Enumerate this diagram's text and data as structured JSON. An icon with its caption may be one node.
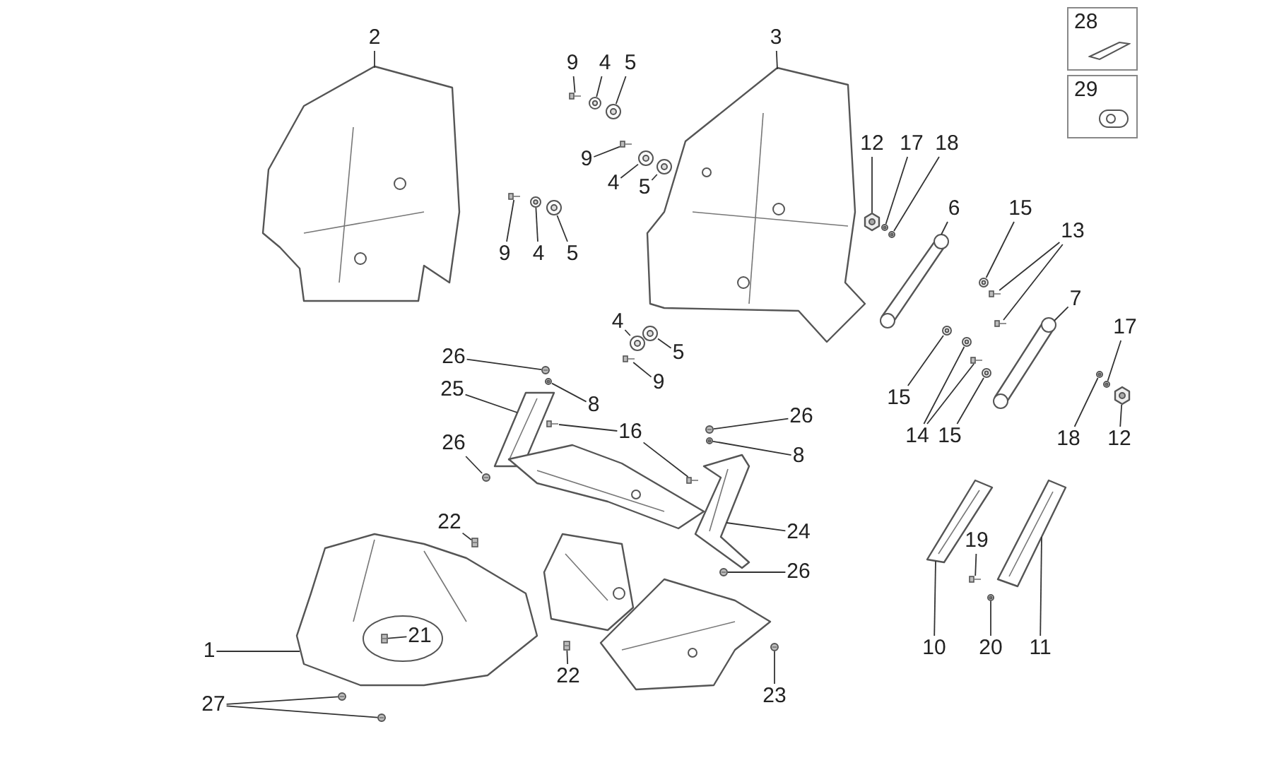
{
  "diagram": {
    "nodes": [
      {
        "text": [
          "28"
        ]
      },
      {
        "text": [
          "29"
        ]
      },
      {
        "text": [
          "2"
        ]
      },
      {
        "text": [
          "3"
        ]
      },
      {
        "text": [
          "9"
        ]
      },
      {
        "text": [
          "4"
        ]
      },
      {
        "text": [
          "5"
        ]
      },
      {
        "text": [
          "12"
        ]
      },
      {
        "text": [
          "17"
        ]
      },
      {
        "text": [
          "18"
        ]
      },
      {
        "text": [
          "9"
        ]
      },
      {
        "text": [
          "4"
        ]
      },
      {
        "text": [
          "5"
        ]
      },
      {
        "text": [
          "6"
        ]
      },
      {
        "text": [
          "15"
        ]
      },
      {
        "text": [
          "13"
        ]
      },
      {
        "text": [
          "9"
        ]
      },
      {
        "text": [
          "4"
        ]
      },
      {
        "text": [
          "5"
        ]
      },
      {
        "text": [
          "7"
        ]
      },
      {
        "text": [
          "17"
        ]
      },
      {
        "text": [
          "4"
        ]
      },
      {
        "text": [
          "5"
        ]
      },
      {
        "text": [
          "26"
        ]
      },
      {
        "text": [
          "9"
        ]
      },
      {
        "text": [
          "25"
        ]
      },
      {
        "text": [
          "15"
        ]
      },
      {
        "text": [
          "8"
        ]
      },
      {
        "text": [
          "26"
        ]
      },
      {
        "text": [
          "14"
        ]
      },
      {
        "text": [
          "15"
        ]
      },
      {
        "text": [
          "18"
        ]
      },
      {
        "text": [
          "12"
        ]
      },
      {
        "text": [
          "16"
        ]
      },
      {
        "text": [
          "26"
        ]
      },
      {
        "text": [
          "8"
        ]
      },
      {
        "text": [
          "24"
        ]
      },
      {
        "text": [
          "22"
        ]
      },
      {
        "text": [
          "19"
        ]
      },
      {
        "text": [
          "26"
        ]
      },
      {
        "text": [
          "10"
        ]
      },
      {
        "text": [
          "20"
        ]
      },
      {
        "text": [
          "11"
        ]
      },
      {
        "text": [
          "1"
        ]
      },
      {
        "text": [
          "22"
        ]
      },
      {
        "text": [],
        "shape": "picture"
      },
      {
        "text": [
          "23"
        ]
      },
      {
        "text": [
          "27"
        ]
      },
      {
        "text": [],
        "shape": "picture"
      },
      {
        "text": [],
        "shape": "picture"
      },
      {
        "text": [],
        "shape": "picture"
      },
      {
        "text": [],
        "shape": "picture"
      },
      {
        "text": [],
        "shape": "picture"
      },
      {
        "text": [],
        "shape": "picture"
      },
      {
        "text": [],
        "shape": "picture"
      },
      {
        "text": [],
        "shape": "picture"
      },
      {
        "text": [],
        "shape": "picture"
      },
      {
        "text": [],
        "shape": "picture"
      },
      {
        "text": [],
        "shape": "picture"
      },
      {
        "text": [],
        "shape": "picture"
      },
      {
        "text": [],
        "shape": "picture"
      },
      {
        "text": [],
        "shape": "picture"
      },
      {
        "text": [],
        "shape": "picture"
      },
      {
        "text": [],
        "shape": "picture"
      },
      {
        "text": [],
        "shape": "picture"
      },
      {
        "text": [],
        "shape": "picture"
      },
      {
        "text": [],
        "shape": "picture"
      },
      {
        "text": [],
        "shape": "picture"
      },
      {
        "text": [],
        "shape": "picture"
      },
      {
        "text": [],
        "shape": "picture"
      },
      {
        "text": [],
        "shape": "picture"
      },
      {
        "text": [],
        "shape": "picture"
      },
      {
        "text": [],
        "shape": "picture"
      },
      {
        "text": [],
        "shape": "picture"
      },
      {
        "text": [],
        "shape": "picture"
      },
      {
        "text": [],
        "shape": "picture"
      },
      {
        "text": [],
        "shape": "picture"
      },
      {
        "text": [],
        "shape": "picture"
      },
      {
        "text": [],
        "shape": "picture"
      },
      {
        "text": [],
        "shape": "picture"
      },
      {
        "text": [],
        "shape": "picture"
      },
      {
        "text": [],
        "shape": "picture"
      },
      {
        "text": [],
        "shape": "picture"
      },
      {
        "text": [],
        "shape": "picture"
      },
      {
        "text": [],
        "shape": "picture"
      },
      {
        "text": [],
        "shape": "picture"
      },
      {
        "text": [],
        "shape": "picture"
      },
      {
        "text": [],
        "shape": "picture"
      },
      {
        "text": [],
        "shape": "picture"
      },
      {
        "text": [],
        "shape": "picture"
      },
      {
        "text": [],
        "shape": "picture"
      },
      {
        "text": [],
        "shape": "picture"
      },
      {
        "text": [
          "21"
        ],
        "in": 45
      },
      {
        "text": [],
        "shape": "picture"
      },
      {
        "text": [],
        "shape": "picture",
        "in": 45
      },
      {
        "text": [],
        "shape": "picture"
      },
      {
        "text": [],
        "shape": "picture"
      },
      {
        "text": [],
        "shape": "picture"
      },
      {
        "text": [],
        "shape": "picture"
      },
      {
        "text": [],
        "shape": "picture"
      },
      {
        "text": [],
        "shape": "picture"
      }
    ],
    "edges": [
      {
        "from": 2,
        "to": 48,
        "arrow": "none"
      },
      {
        "from": 3,
        "to": 49,
        "arrow": "none"
      },
      {
        "from": 4,
        "to": 50,
        "arrow": "none"
      },
      {
        "from": 5,
        "to": 51,
        "arrow": "none"
      },
      {
        "from": 6,
        "to": 52,
        "arrow": "none"
      },
      {
        "from": 7,
        "to": 53,
        "arrow": "none"
      },
      {
        "from": 8,
        "to": 54,
        "arrow": "none"
      },
      {
        "from": 9,
        "to": 55,
        "arrow": "none"
      },
      {
        "from": 10,
        "to": 56,
        "arrow": "none"
      },
      {
        "from": 11,
        "to": 57,
        "arrow": "none"
      },
      {
        "from": 12,
        "to": 58,
        "arrow": "none"
      },
      {
        "from": 13,
        "to": 59,
        "arrow": "none"
      },
      {
        "from": 14,
        "to": 60,
        "arrow": "none"
      },
      {
        "from": 15,
        "to": 61,
        "arrow": "none"
      },
      {
        "from": 15,
        "to": 62,
        "arrow": "none"
      },
      {
        "from": 16,
        "to": 63,
        "arrow": "none"
      },
      {
        "from": 17,
        "to": 64,
        "arrow": "none"
      },
      {
        "from": 18,
        "to": 65,
        "arrow": "none"
      },
      {
        "from": 19,
        "to": 66,
        "arrow": "none"
      },
      {
        "from": 20,
        "to": 67,
        "arrow": "none"
      },
      {
        "from": 21,
        "to": 68,
        "arrow": "none"
      },
      {
        "from": 22,
        "to": 69,
        "arrow": "none"
      },
      {
        "from": 23,
        "to": 70,
        "arrow": "none"
      },
      {
        "from": 24,
        "to": 71,
        "arrow": "none"
      },
      {
        "from": 25,
        "to": 72,
        "arrow": "none"
      },
      {
        "from": 26,
        "to": 73,
        "arrow": "none"
      },
      {
        "from": 27,
        "to": 74,
        "arrow": "none"
      },
      {
        "from": 28,
        "to": 75,
        "arrow": "none"
      },
      {
        "from": 29,
        "to": 76,
        "arrow": "none"
      },
      {
        "from": 29,
        "to": 77,
        "arrow": "none"
      },
      {
        "from": 30,
        "to": 78,
        "arrow": "none"
      },
      {
        "from": 31,
        "to": 79,
        "arrow": "none"
      },
      {
        "from": 32,
        "to": 80,
        "arrow": "none"
      },
      {
        "from": 33,
        "to": 81,
        "arrow": "none"
      },
      {
        "from": 33,
        "to": 82,
        "arrow": "none"
      },
      {
        "from": 34,
        "to": 83,
        "arrow": "none"
      },
      {
        "from": 35,
        "to": 84,
        "arrow": "none"
      },
      {
        "from": 36,
        "to": 85,
        "arrow": "none"
      },
      {
        "from": 37,
        "to": 86,
        "arrow": "none"
      },
      {
        "from": 38,
        "to": 87,
        "arrow": "none"
      },
      {
        "from": 39,
        "to": 88,
        "arrow": "none"
      },
      {
        "from": 40,
        "to": 89,
        "arrow": "none"
      },
      {
        "from": 41,
        "to": 90,
        "arrow": "none"
      },
      {
        "from": 42,
        "to": 91,
        "arrow": "none"
      },
      {
        "from": 43,
        "to": 45,
        "arrow": "none"
      },
      {
        "from": 44,
        "to": 93,
        "arrow": "none"
      },
      {
        "from": 92,
        "to": 94,
        "arrow": "none"
      },
      {
        "from": 46,
        "to": 95,
        "arrow": "none"
      },
      {
        "from": 47,
        "to": 96,
        "arrow": "none"
      },
      {
        "from": 47,
        "to": 97,
        "arrow": "none"
      }
    ]
  }
}
